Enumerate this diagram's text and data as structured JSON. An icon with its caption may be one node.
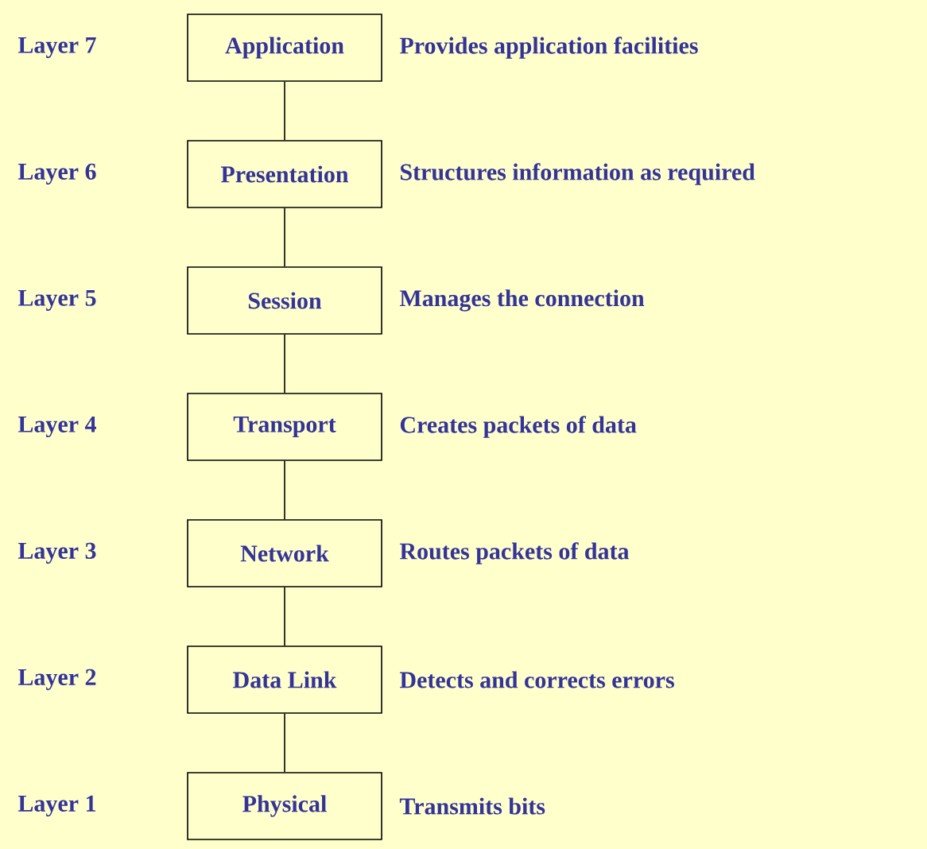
{
  "diagram": {
    "nodes": [
      {
        "text": [
          "Application"
        ],
        "beside": [
          "Layer 7",
          "Provides application facilities"
        ]
      },
      {
        "text": [
          "Presentation"
        ],
        "beside": [
          "Layer 6",
          "Structures information as required"
        ]
      },
      {
        "text": [
          "Session"
        ],
        "beside": [
          "Layer 5",
          "Manages the connection"
        ]
      },
      {
        "text": [
          "Transport"
        ],
        "beside": [
          "Layer 4",
          "Creates packets of data"
        ]
      },
      {
        "text": [
          "Network"
        ],
        "beside": [
          "Layer 3",
          "Routes packets of data"
        ]
      },
      {
        "text": [
          "Data Link"
        ],
        "beside": [
          "Layer 2",
          "Detects and corrects errors"
        ]
      },
      {
        "text": [
          "Physical"
        ],
        "beside": [
          "Layer 1",
          "Transmits bits"
        ]
      }
    ],
    "edges": [
      {
        "from": 0,
        "to": 1,
        "arrow": "none"
      },
      {
        "from": 1,
        "to": 2,
        "arrow": "none"
      },
      {
        "from": 2,
        "to": 3,
        "arrow": "none"
      },
      {
        "from": 3,
        "to": 4,
        "arrow": "none"
      },
      {
        "from": 4,
        "to": 5,
        "arrow": "none"
      },
      {
        "from": 5,
        "to": 6,
        "arrow": "none"
      }
    ]
  }
}
